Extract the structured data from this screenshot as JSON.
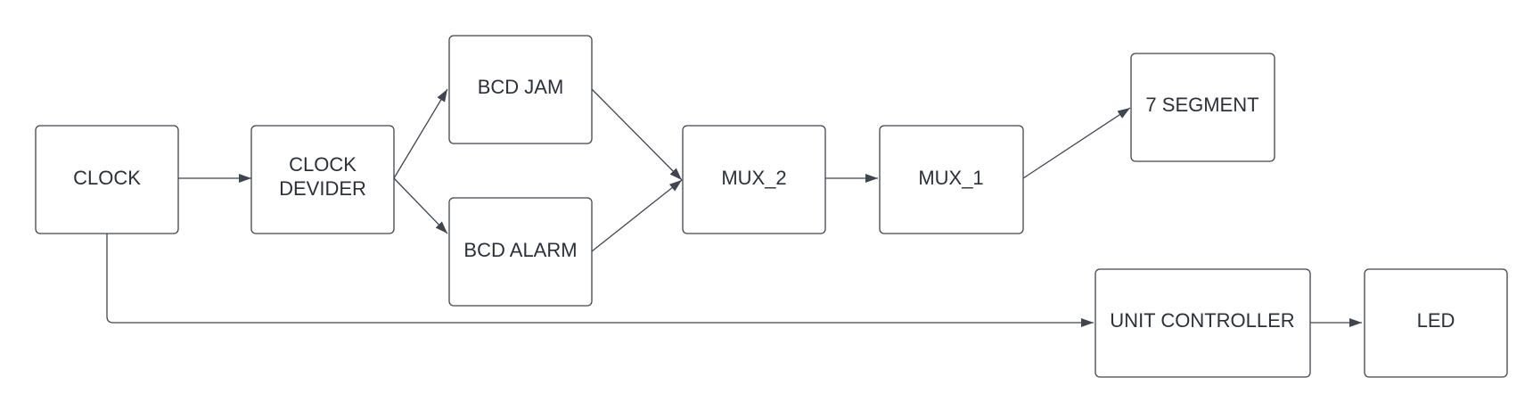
{
  "nodes": {
    "clock": {
      "label": "CLOCK"
    },
    "clock_devider": {
      "label_line1": "CLOCK",
      "label_line2": "DEVIDER"
    },
    "bcd_jam": {
      "label": "BCD JAM"
    },
    "bcd_alarm": {
      "label": "BCD ALARM"
    },
    "mux_2": {
      "label": "MUX_2"
    },
    "mux_1": {
      "label": "MUX_1"
    },
    "seven_segment": {
      "label": "7 SEGMENT"
    },
    "unit_controller": {
      "label": "UNIT CONTROLLER"
    },
    "led": {
      "label": "LED"
    }
  },
  "edges": [
    {
      "from": "CLOCK",
      "to": "CLOCK DEVIDER"
    },
    {
      "from": "CLOCK DEVIDER",
      "to": "BCD JAM"
    },
    {
      "from": "CLOCK DEVIDER",
      "to": "BCD ALARM"
    },
    {
      "from": "BCD JAM",
      "to": "MUX_2"
    },
    {
      "from": "BCD ALARM",
      "to": "MUX_2"
    },
    {
      "from": "MUX_2",
      "to": "MUX_1"
    },
    {
      "from": "MUX_1",
      "to": "7 SEGMENT"
    },
    {
      "from": "CLOCK",
      "to": "UNIT CONTROLLER"
    },
    {
      "from": "UNIT CONTROLLER",
      "to": "LED"
    }
  ],
  "colors": {
    "stroke": "#3f4650",
    "text": "#2b313a",
    "background": "#ffffff"
  }
}
